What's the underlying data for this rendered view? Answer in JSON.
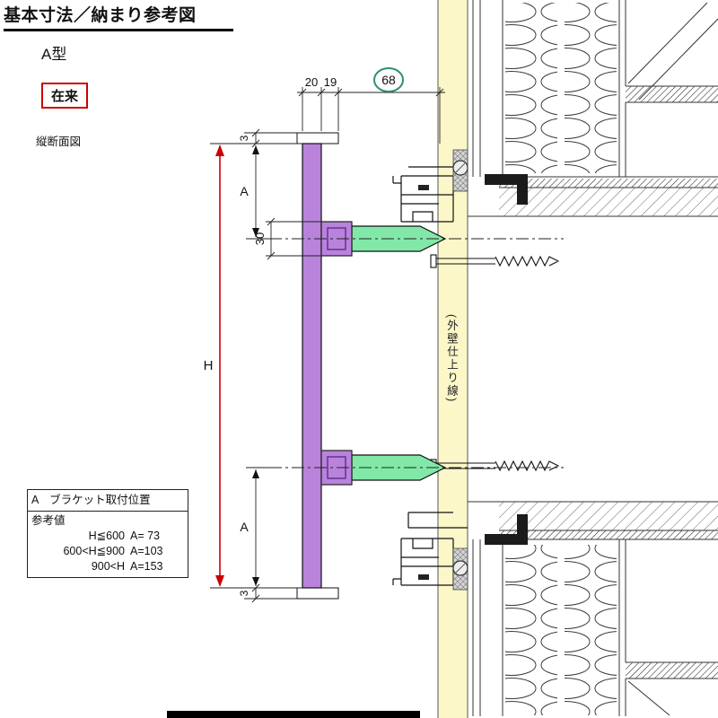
{
  "header": {
    "title": "基本寸法／納まり参考図",
    "type_label": "A型",
    "method_label": "在来",
    "view_label": "縦断面図"
  },
  "dims": {
    "d20": "20",
    "d19": "19",
    "d68": "68",
    "h": "H",
    "a_top": "A",
    "a_bottom": "A",
    "d30": "30",
    "d3_top": "3",
    "d3_bottom": "3"
  },
  "labels": {
    "wall_finish_line": "(外壁仕上り線)"
  },
  "table": {
    "title": "A　ブラケット取付位置",
    "note": "参考値",
    "rows": [
      {
        "range": "H≦600",
        "value": "A= 73"
      },
      {
        "range": "600<H≦900",
        "value": "A=103"
      },
      {
        "range": "900<H",
        "value": "A=153"
      }
    ]
  },
  "colors": {
    "accent_red": "#cc0000",
    "frame_purple": "#b983dc",
    "bracket_green": "#82e8a8",
    "wall_yellow": "#fbf7c8",
    "circle_green": "#2f8f76"
  }
}
